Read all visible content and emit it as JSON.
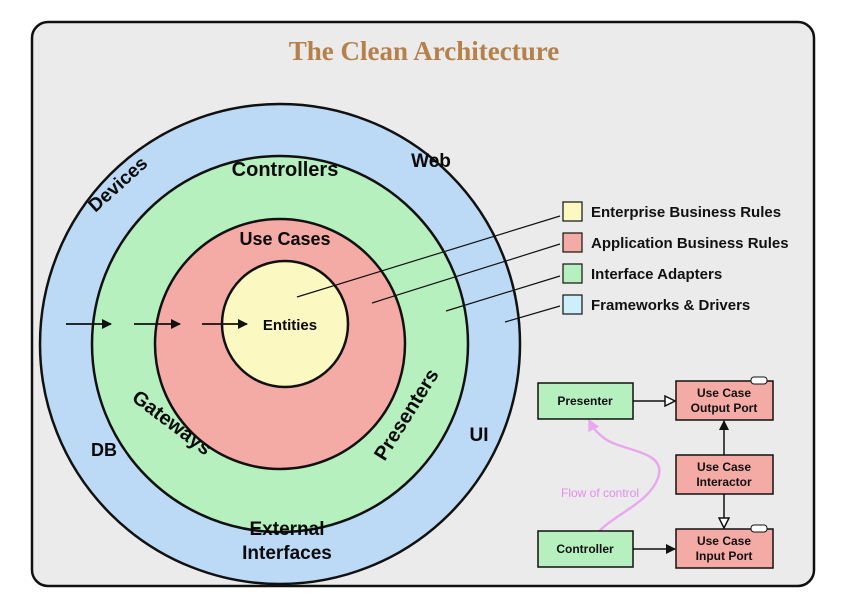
{
  "title": "The Clean Architecture",
  "rings": {
    "outer": {
      "fill": "#bcd9f5",
      "labels": {
        "devices": "Devices",
        "web": "Web",
        "db": "DB",
        "ui": "UI",
        "external_line1": "External",
        "external_line2": "Interfaces"
      }
    },
    "adapters": {
      "fill": "#b7f0bf",
      "labels": {
        "controllers": "Controllers",
        "gateways": "Gateways",
        "presenters": "Presenters"
      }
    },
    "use_cases": {
      "fill": "#f4aaa5",
      "labels": {
        "use_cases": "Use Cases"
      }
    },
    "entities": {
      "fill": "#fbf8c2",
      "labels": {
        "entities": "Entities"
      }
    }
  },
  "legend": [
    {
      "label": "Enterprise Business Rules",
      "color": "#fbf8c2"
    },
    {
      "label": "Application Business Rules",
      "color": "#f4aaa5"
    },
    {
      "label": "Interface Adapters",
      "color": "#b7f0bf"
    },
    {
      "label": "Frameworks & Drivers",
      "color": "#cdeffb"
    }
  ],
  "flow": {
    "presenter": "Presenter",
    "controller": "Controller",
    "output_port_line1": "Use Case",
    "output_port_line2": "Output Port",
    "interactor_line1": "Use Case",
    "interactor_line2": "Interactor",
    "input_port_line1": "Use Case",
    "input_port_line2": "Input Port",
    "flow_of_control": "Flow of control",
    "flow_color": "#e9a8ee"
  }
}
